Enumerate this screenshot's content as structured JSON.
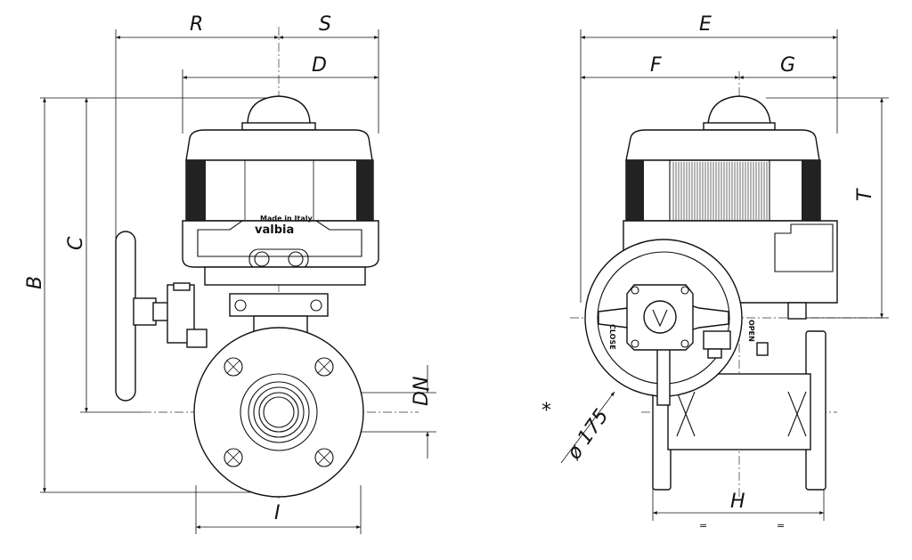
{
  "dimensions": {
    "R": "R",
    "S": "S",
    "D": "D",
    "C": "C",
    "B": "B",
    "DN": "DN",
    "I": "I",
    "E": "E",
    "F": "F",
    "G": "G",
    "T": "T",
    "H": "H",
    "diameter": "ø 175",
    "note_mark": "*",
    "eq1": "=",
    "eq2": "="
  },
  "brand": {
    "name": "valbia",
    "small": "Made in Italy"
  },
  "handwheel": {
    "close": "CLOSE",
    "open": "OPEN"
  },
  "colors": {
    "line": "#111111",
    "stripe": "#222222",
    "background": "#ffffff"
  }
}
